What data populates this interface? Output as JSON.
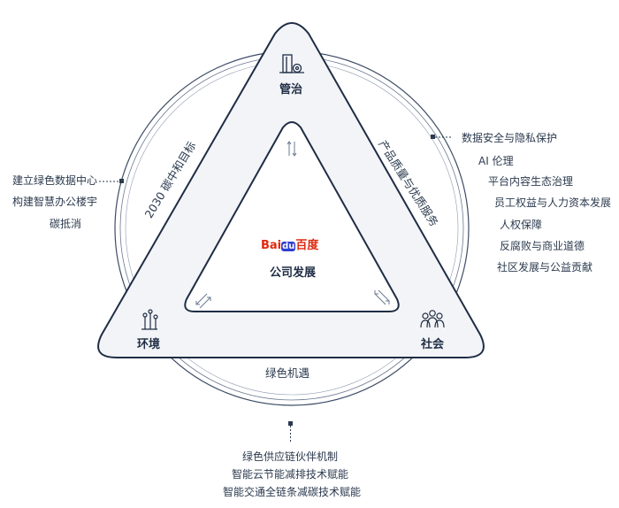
{
  "diagram": {
    "vertices": {
      "top": "管治",
      "left": "环境",
      "right": "社会"
    },
    "edges": {
      "left": "2030 碳中和目标",
      "right": "产品质量与优质服务",
      "bottom": "绿色机遇"
    },
    "center": {
      "logo_text_bai": "Bai",
      "logo_text_du": "du",
      "logo_text_cn": "百度",
      "label": "公司发展"
    },
    "left_items": [
      "建立绿色数据中心",
      "构建智慧办公楼宇",
      "碳抵消"
    ],
    "right_items": [
      "数据安全与隐私保护",
      "AI 伦理",
      "平台内容生态治理",
      "员工权益与人力资本发展",
      "人权保障",
      "反腐败与商业道德",
      "社区发展与公益贡献"
    ],
    "bottom_items": [
      "绿色供应链伙伴机制",
      "智能云节能减排技术赋能",
      "智能交通全链条减碳技术赋能"
    ]
  },
  "colors": {
    "stroke": "#1f2d45",
    "fill": "#f3f4f7",
    "ring": "#5b6b82",
    "dot": "#2b3a4e",
    "brand_red": "#de2910",
    "brand_blue": "#2f3fcf"
  },
  "icons": {
    "top": "building-icon",
    "left": "plant-icon",
    "right": "people-icon",
    "inner_arrows": "double-arrow-icon"
  }
}
